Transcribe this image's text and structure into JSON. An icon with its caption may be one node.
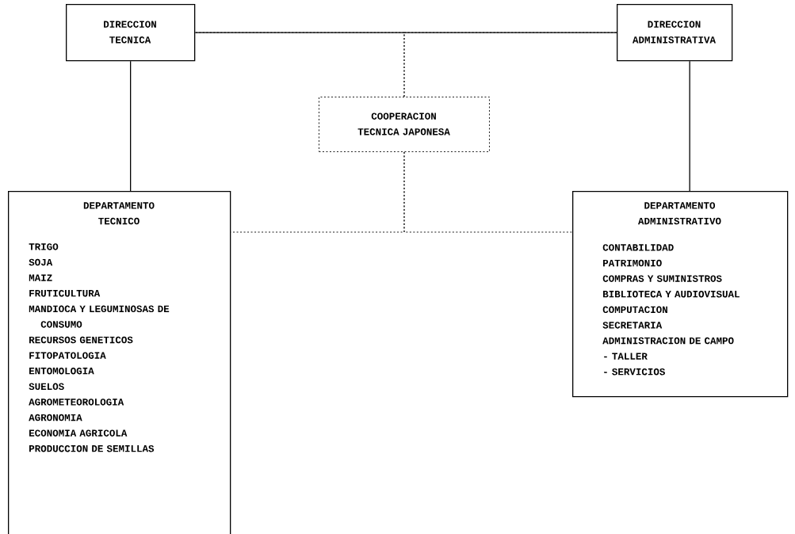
{
  "diagram": {
    "nodes": [
      {
        "text": [
          "DIRECCION TECNICA"
        ]
      },
      {
        "text": [
          "DIRECCION ADMINISTRATIVA"
        ]
      },
      {
        "text": [
          "COOPERACION TECNICA JAPONESA"
        ]
      },
      {
        "text": [
          "DEPARTAMENTO TECNICO",
          "TRIGO",
          "SOJA",
          "MAIZ",
          "FRUTICULTURA",
          "MANDIOCA Y LEGUMINOSAS DE CONSUMO",
          "RECURSOS GENETICOS",
          "FITOPATOLOGIA",
          "ENTOMOLOGIA",
          "SUELOS",
          "AGROMETEOROLOGIA",
          "AGRONOMIA",
          "ECONOMIA AGRICOLA",
          "PRODUCCION DE SEMILLAS"
        ]
      },
      {
        "text": [
          "DEPARTAMENTO ADMINISTRATIVO",
          "CONTABILIDAD",
          "PATRIMONIO",
          "COMPRAS Y SUMINISTROS",
          "BIBLIOTECA Y AUDIOVISUAL",
          "COMPUTACION",
          "SECRETARIA",
          "ADMINISTRACION DE CAMPO",
          "- TALLER",
          "- SERVICIOS"
        ]
      }
    ],
    "edges": [
      {
        "from": 0,
        "to": 1,
        "arrow": "none"
      },
      {
        "from": 0,
        "to": 3,
        "arrow": "none"
      },
      {
        "from": 1,
        "to": 4,
        "arrow": "none"
      },
      {
        "from": 2,
        "to": 0,
        "arrow": "none",
        "style": "dashed"
      },
      {
        "from": 2,
        "to": 1,
        "arrow": "none",
        "style": "dashed"
      },
      {
        "from": 2,
        "to": 3,
        "arrow": "none",
        "style": "dashed"
      },
      {
        "from": 2,
        "to": 4,
        "arrow": "none",
        "style": "dashed"
      }
    ]
  }
}
